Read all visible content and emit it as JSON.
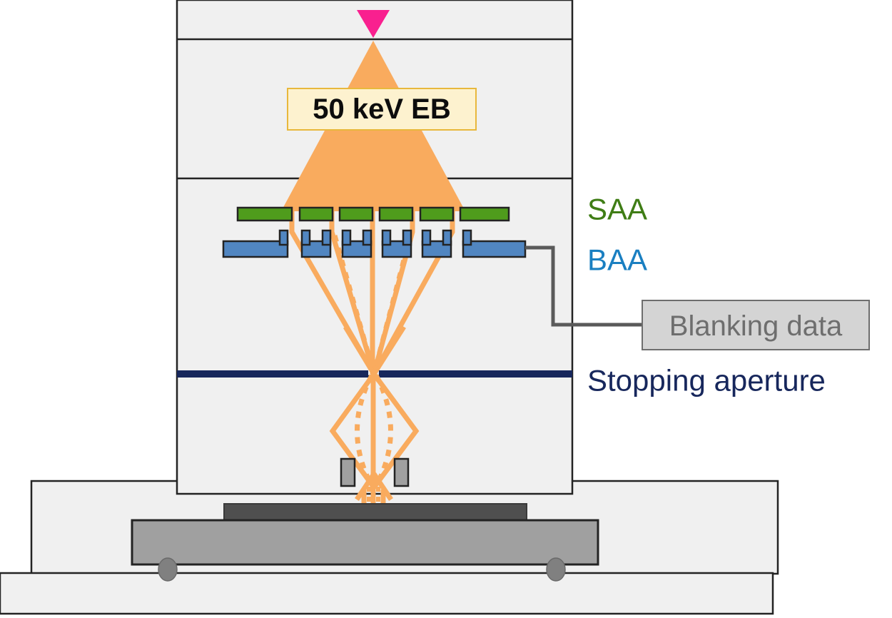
{
  "figure": {
    "title": "Multi-beam electron beam lithography column schematic",
    "background": "#ffffff"
  },
  "colors": {
    "beam_orange": "#f9ab5e",
    "beam_orange_light": "#fbb96f",
    "saa_green": "#4f9c1c",
    "baa_blue": "#5186c1",
    "navy": "#17275c",
    "pink": "#f9208f",
    "wire_gray": "#5a5a5a",
    "box_gray": "#d4d4d4",
    "box_text_gray": "#6e6e6e",
    "column_fill": "#f0f0f0",
    "stage_gray": "#a0a0a0",
    "wafer_dark": "#4f4f4f",
    "aperture_gray": "#a0a0a0",
    "outline_black": "#232323",
    "label_yellow_fill": "#fdf2cf",
    "label_yellow_border": "#e8b83c"
  },
  "beam_label": {
    "text": "50 keV EB"
  },
  "labels": {
    "saa": "SAA",
    "baa": "BAA",
    "stopping_aperture": "Stopping aperture",
    "blanking_data": "Blanking data"
  },
  "arrays": {
    "saa_segment_count": 6,
    "baa_cell_count": 6
  }
}
